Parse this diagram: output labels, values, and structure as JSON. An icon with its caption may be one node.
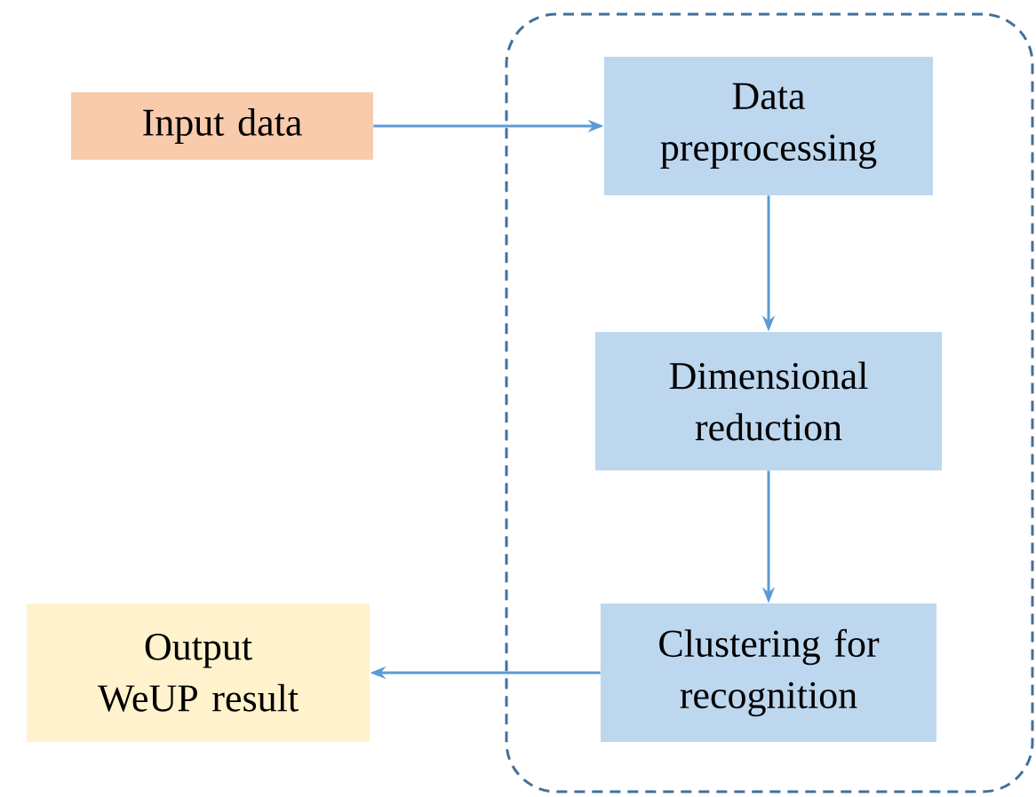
{
  "diagram": {
    "nodes": [
      {
        "text": [],
        "shape": "box"
      },
      {
        "text": [
          "Input data"
        ]
      },
      {
        "text": [
          "Data preprocessing"
        ],
        "in": 0
      },
      {
        "text": [
          "Dimensional reduction"
        ],
        "in": 0
      },
      {
        "text": [
          "Clustering for recognition"
        ],
        "in": 0
      },
      {
        "text": [
          "Output WeUP result"
        ]
      }
    ],
    "edges": [
      {
        "from": 1,
        "to": 2,
        "arrow": "to"
      },
      {
        "from": 2,
        "to": 3,
        "arrow": "to"
      },
      {
        "from": 3,
        "to": 4,
        "arrow": "to"
      },
      {
        "from": 4,
        "to": 5,
        "arrow": "to"
      }
    ]
  }
}
